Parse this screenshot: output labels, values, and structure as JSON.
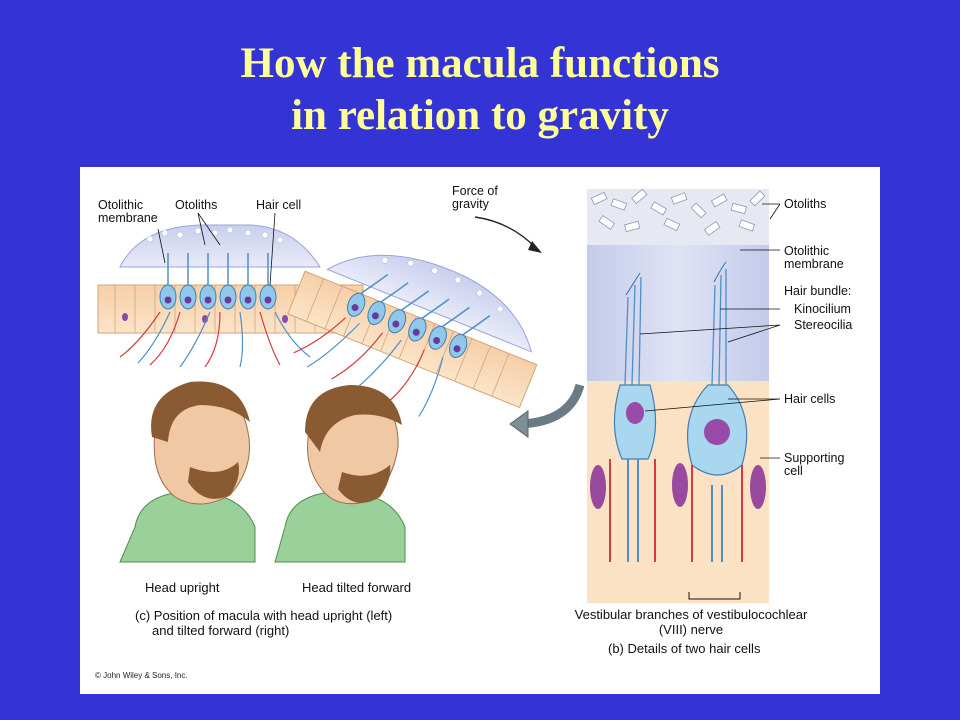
{
  "slide": {
    "title_line1": "How the macula functions",
    "title_line2": "in relation to gravity",
    "background_color": "#3434d6",
    "title_color": "#ffff99"
  },
  "figure": {
    "panel_a": {
      "otolithic_membrane": "Otolithic\nmembrane",
      "otoliths": "Otoliths",
      "hair_cell": "Hair cell",
      "force_of_gravity": "Force of\ngravity"
    },
    "panel_b": {
      "otoliths": "Otoliths",
      "otolithic_membrane": "Otolithic\nmembrane",
      "hair_bundle": "Hair bundle:",
      "kinocilium": "Kinocilium",
      "stereocilia": "Stereocilia",
      "hair_cells": "Hair cells",
      "supporting_cell": "Supporting\ncell",
      "nerve": "Vestibular branches of vestibulocochlear\n(VIII) nerve",
      "caption": "(b) Details of two hair cells"
    },
    "panel_c": {
      "head_upright": "Head upright",
      "head_tilted": "Head tilted forward",
      "caption_line1": "(c) Position of macula with head upright (left)",
      "caption_line2": "and tilted forward (right)"
    },
    "copyright": "© John Wiley & Sons, Inc."
  }
}
